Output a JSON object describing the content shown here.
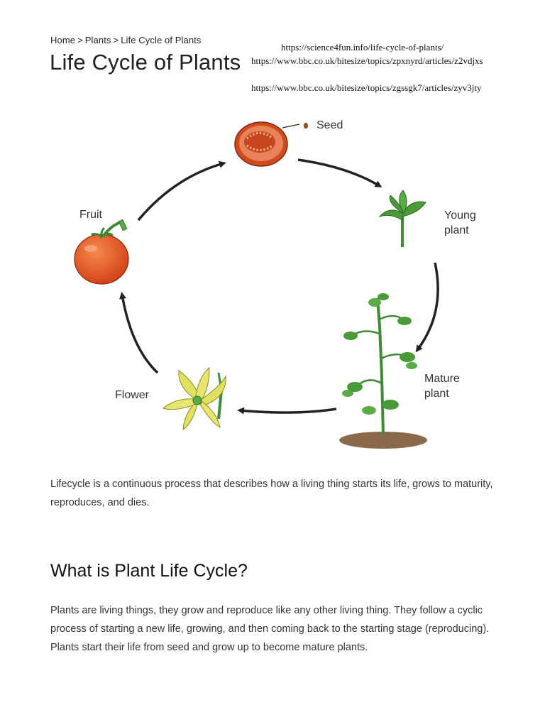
{
  "breadcrumb": {
    "home": "Home",
    "plants": "Plants",
    "current": "Life Cycle of Plants",
    "separator": ">"
  },
  "page_title": "Life Cycle of Plants",
  "references": [
    "https://science4fun.info/life-cycle-of-plants/",
    "https://www.bbc.co.uk/bitesize/topics/zpxnyrd/articles/z2vdjxs",
    "https://www.bbc.co.uk/bitesize/topics/zgssgk7/articles/zyv3jty"
  ],
  "diagram": {
    "labels": {
      "seed": "Seed",
      "young_plant_1": "Young",
      "young_plant_2": "plant",
      "mature_plant_1": "Mature",
      "mature_plant_2": "plant",
      "flower": "Flower",
      "fruit": "Fruit"
    },
    "colors": {
      "tomato": "#e0521f",
      "leaf": "#4a9a3a",
      "stem": "#3f8a35",
      "petal": "#e2e060",
      "soil": "#8a6a4a",
      "arrow": "#222222"
    }
  },
  "intro": "Lifecycle is a continuous process that describes how a living thing starts its life, grows to maturity, reproduces, and dies.",
  "section_heading": "What is Plant Life Cycle?",
  "body": "Plants are living things, they grow and reproduce like any other living thing. They follow a cyclic process of starting a new life, growing, and then coming back to the starting stage (reproducing). Plants start their life from seed and grow up to become mature plants."
}
